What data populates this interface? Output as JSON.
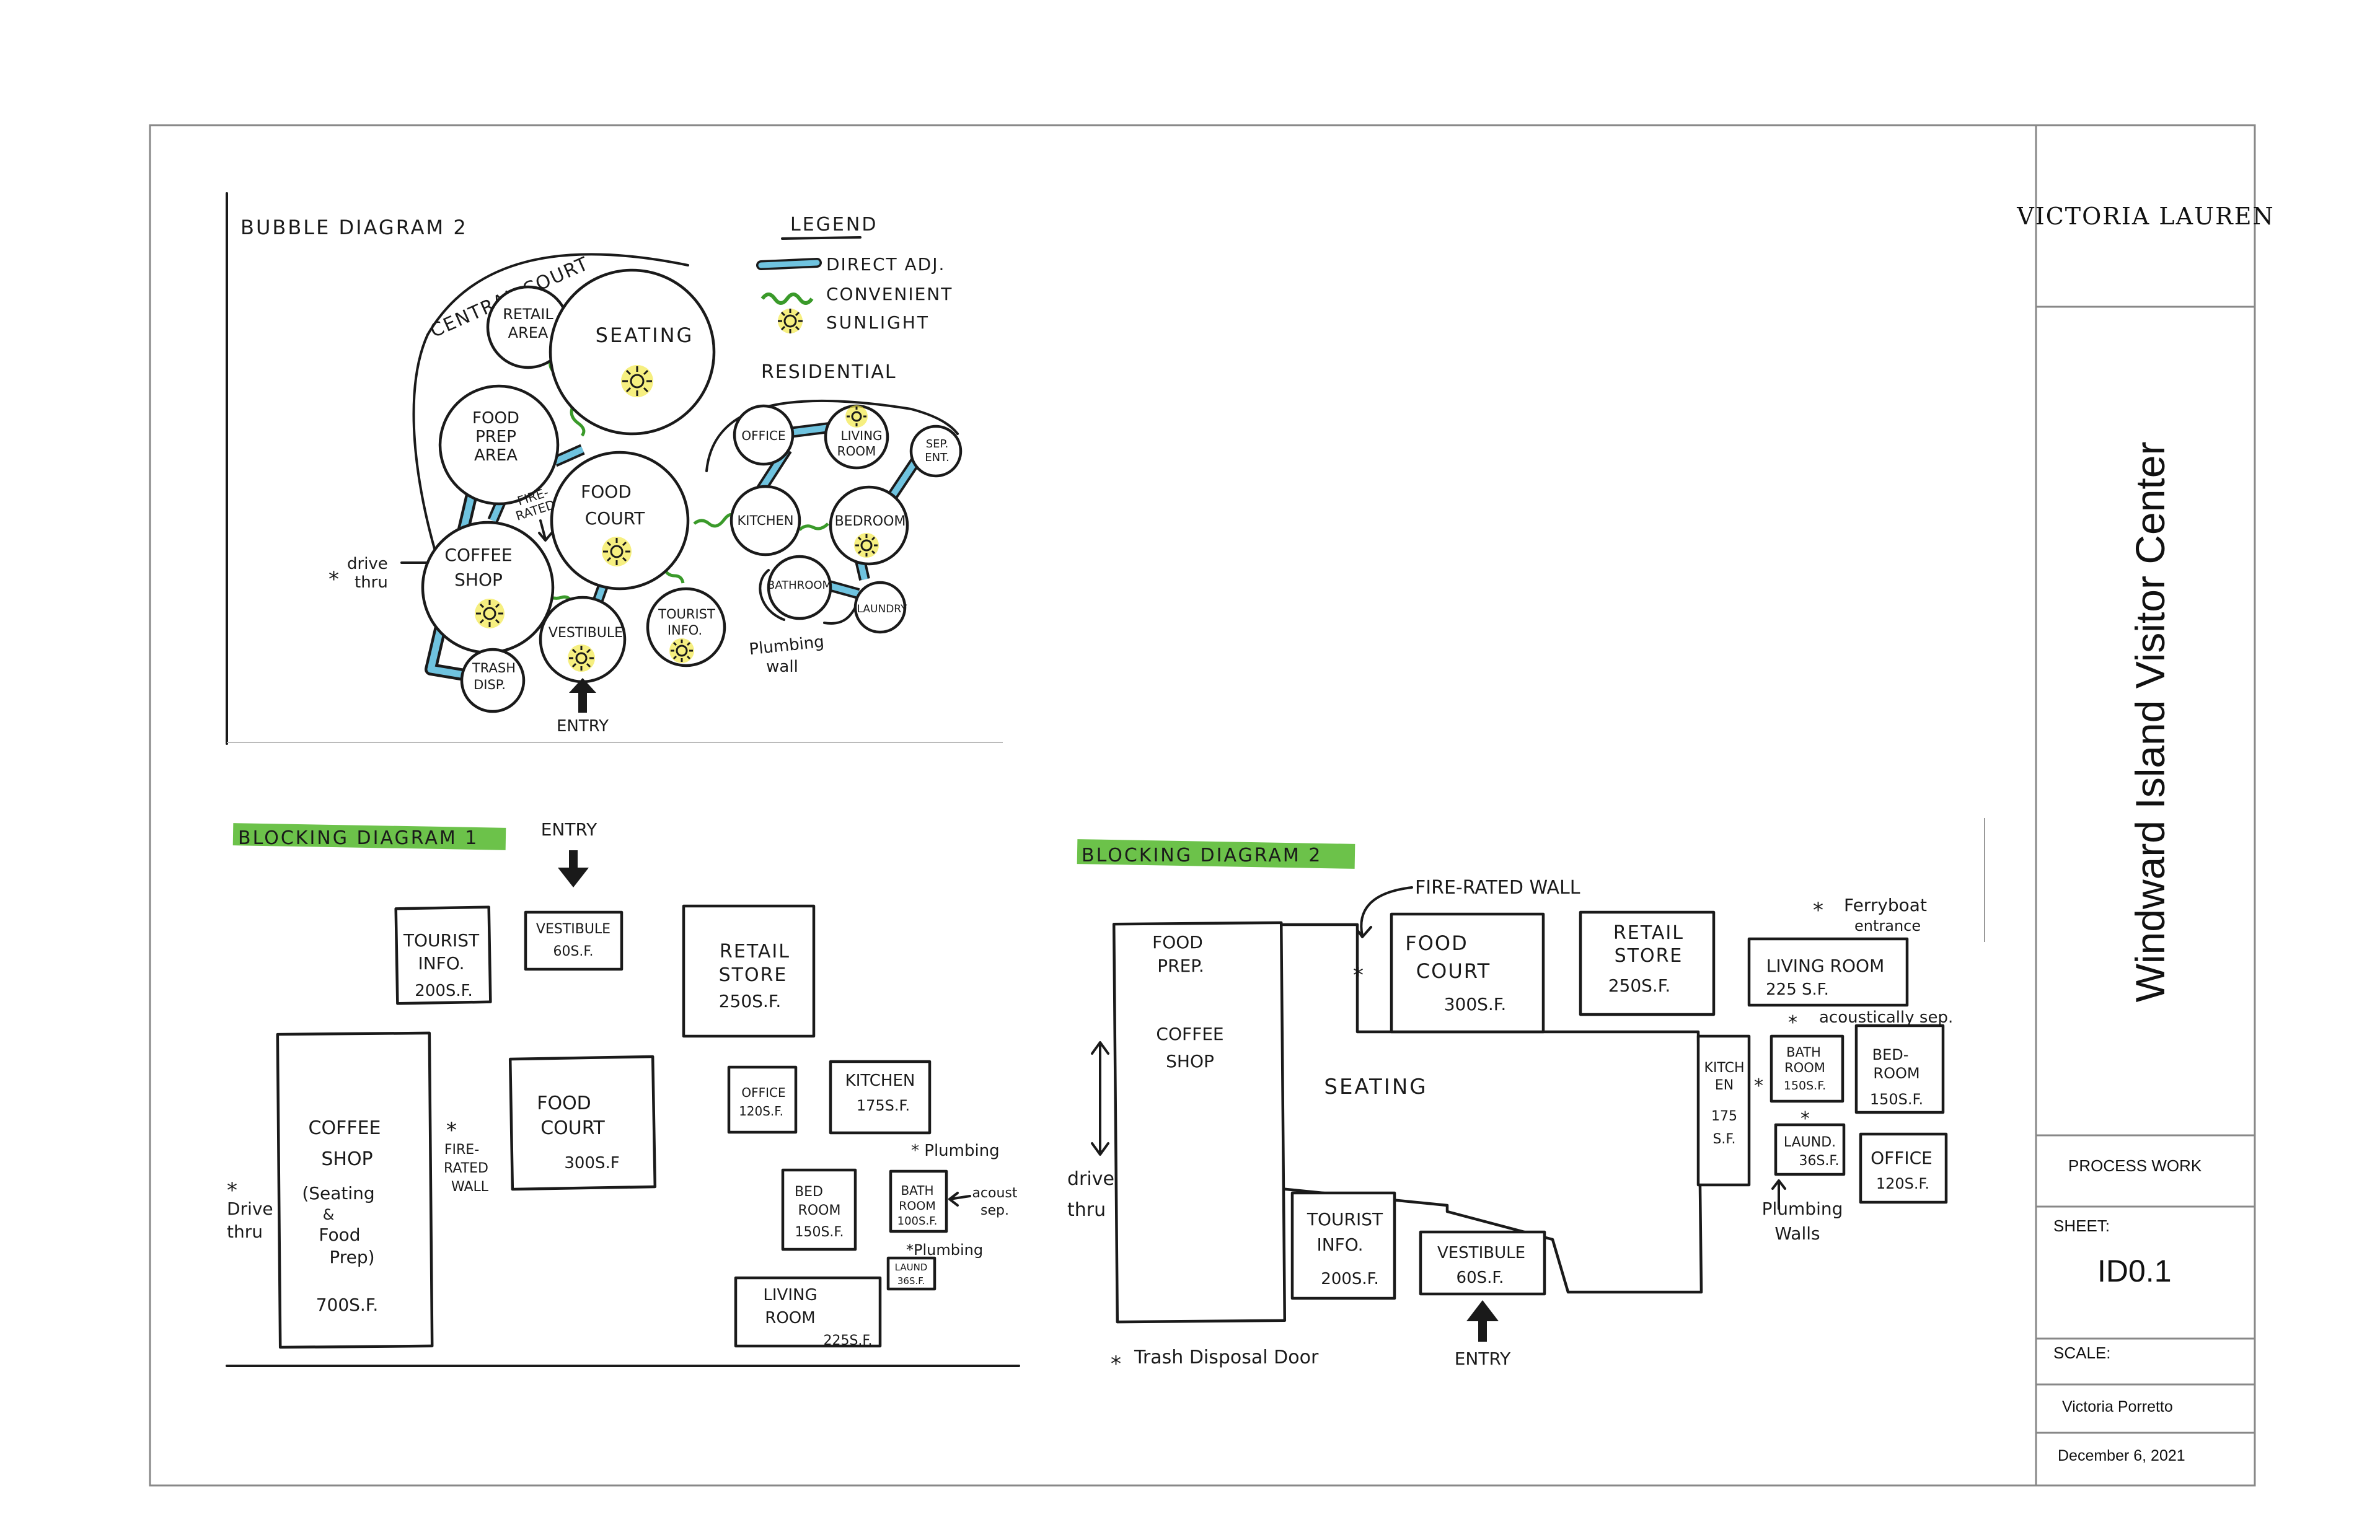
{
  "title_block": {
    "designer": "VICTORIA LAUREN",
    "project": "Windward Island Visitor Center",
    "process": "PROCESS WORK",
    "sheet_label": "SHEET:",
    "sheet_number": "ID0.1",
    "scale_label": "SCALE:",
    "author": "Victoria Porretto",
    "date": "December 6, 2021"
  },
  "bubble_diagram": {
    "title": "BUBBLE DIAGRAM 2",
    "legend": {
      "title": "LEGEND",
      "direct": "DIRECT ADJ.",
      "convenient": "CONVENIENT",
      "sunlight": "SUNLIGHT"
    },
    "zones": {
      "central": "CENTRAL COURT",
      "residential": "RESIDENTIAL"
    },
    "bubbles": {
      "retail": [
        "RETAIL",
        "AREA"
      ],
      "seating": "SEATING",
      "food_prep": [
        "FOOD",
        "PREP",
        "AREA"
      ],
      "food_court": [
        "FOOD",
        "COURT"
      ],
      "fire_rated": [
        "FIRE-",
        "RATED"
      ],
      "coffee": [
        "COFFEE",
        "SHOP"
      ],
      "vestibule": "VESTIBULE",
      "tourist": [
        "TOURIST",
        "INFO."
      ],
      "trash": [
        "TRASH",
        "DISP."
      ],
      "drive_thru": [
        "drive",
        "thru"
      ],
      "entry": "ENTRY",
      "office": "OFFICE",
      "living": [
        "LIVING",
        "ROOM"
      ],
      "sep_ent": [
        "SEP.",
        "ENT."
      ],
      "kitchen": "KITCHEN",
      "bedroom": "BEDROOM",
      "bathroom": "BATHROOM",
      "laundry": "LAUNDRY",
      "plumbing": [
        "Plumbing",
        "wall"
      ]
    }
  },
  "blocking1": {
    "title": "BLOCKING DIAGRAM 1",
    "entry": "ENTRY",
    "tourist": [
      "TOURIST",
      "INFO.",
      "200S.F."
    ],
    "vestibule": [
      "VESTIBULE",
      "60S.F."
    ],
    "retail": [
      "RETAIL",
      "STORE",
      "250S.F."
    ],
    "coffee": [
      "COFFEE",
      "SHOP",
      "(Seating",
      "&",
      "Food",
      "Prep)",
      "700S.F."
    ],
    "fire_rated": [
      "FIRE-",
      "RATED",
      "WALL"
    ],
    "food_court": [
      "FOOD",
      "COURT",
      "300S.F"
    ],
    "office": [
      "OFFICE",
      "120S.F."
    ],
    "kitchen": [
      "KITCHEN",
      "175S.F."
    ],
    "plumbing1": "* Plumbing",
    "bedroom": [
      "BED",
      "ROOM",
      "150S.F."
    ],
    "bath": [
      "BATH",
      "ROOM",
      "100S.F."
    ],
    "acoustic": [
      "acoust",
      "sep."
    ],
    "plumbing2": "*Plumbing",
    "laund": [
      "LAUND",
      "36S.F."
    ],
    "living": [
      "LIVING",
      "ROOM",
      "225S.F."
    ],
    "drive_thru": [
      "Drive",
      "thru"
    ]
  },
  "blocking2": {
    "title": "BLOCKING DIAGRAM 2",
    "fire_rated": "FIRE-RATED WALL",
    "food_prep": [
      "FOOD",
      "PREP."
    ],
    "coffee": [
      "COFFEE",
      "SHOP"
    ],
    "food_court": [
      "FOOD",
      "COURT",
      "300S.F."
    ],
    "retail": [
      "RETAIL",
      "STORE",
      "250S.F."
    ],
    "ferry": [
      "Ferryboat",
      "entrance"
    ],
    "living": [
      "LIVING ROOM",
      "225 S.F."
    ],
    "acoustic": "acoustically sep.",
    "seating": "SEATING",
    "kitchen": [
      "KITCH",
      "EN",
      "175",
      "S.F."
    ],
    "bath": [
      "BATH",
      "ROOM",
      "150S.F."
    ],
    "bedroom": [
      "BED-",
      "ROOM",
      "150S.F."
    ],
    "laund": [
      "LAUND.",
      "36S.F."
    ],
    "office": [
      "OFFICE",
      "120S.F."
    ],
    "plumbing": [
      "Plumbing",
      "Walls"
    ],
    "drive_thru": [
      "drive",
      "thru"
    ],
    "tourist": [
      "TOURIST",
      "INFO.",
      "200S.F."
    ],
    "vestibule": [
      "VESTIBULE",
      "60S.F."
    ],
    "entry": "ENTRY",
    "trash": "Trash Disposal Door"
  },
  "colors": {
    "highlight": "#6cc24a",
    "direct_adj": "#6fc3df",
    "convenient": "#3a9a2a",
    "sunlight": "#f2e84a",
    "ink": "#1a1a1a"
  }
}
